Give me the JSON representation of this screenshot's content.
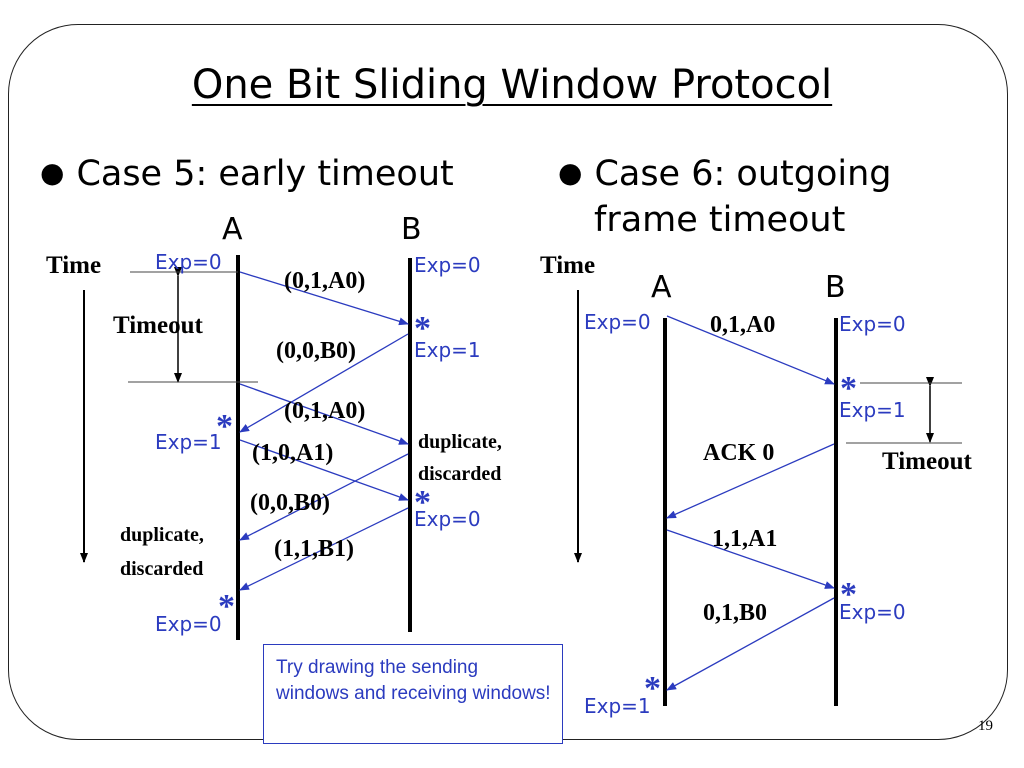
{
  "slide": {
    "title": "One Bit Sliding Window Protocol",
    "page_number": "19",
    "note": "Try drawing the sending windows and receiving windows!"
  },
  "case5": {
    "heading": "Case 5: early timeout",
    "node_a": "A",
    "node_b": "B",
    "time_label": "Time",
    "timeout_label": "Timeout",
    "a_exp_start": "Exp=0",
    "a_exp_mid": "Exp=1",
    "a_exp_end": "Exp=0",
    "b_exp_start": "Exp=0",
    "b_exp_mid": "Exp=1",
    "b_exp_end": "Exp=0",
    "frames": [
      "(0,1,A0)",
      "(0,0,B0)",
      "(0,1,A0)",
      "(1,0,A1)",
      "(0,0,B0)",
      "(1,1,B1)"
    ],
    "b_duplicate_1": "duplicate,",
    "b_duplicate_2": "discarded",
    "a_duplicate_1": "duplicate,",
    "a_duplicate_2": "discarded",
    "star": "*"
  },
  "case6": {
    "heading_line1": "Case 6: outgoing",
    "heading_line2": "frame timeout",
    "node_a": "A",
    "node_b": "B",
    "time_label": "Time",
    "timeout_label": "Timeout",
    "a_exp_start": "Exp=0",
    "a_exp_end": "Exp=1",
    "b_exp_start": "Exp=0",
    "b_exp_mid": "Exp=1",
    "b_exp_end": "Exp=0",
    "frames": [
      "0,1,A0",
      "ACK 0",
      "1,1,A1",
      "0,1,B0"
    ],
    "star": "*"
  },
  "colors": {
    "arrow": "#2b3bbf",
    "text": "#000000",
    "border": "#222222"
  }
}
